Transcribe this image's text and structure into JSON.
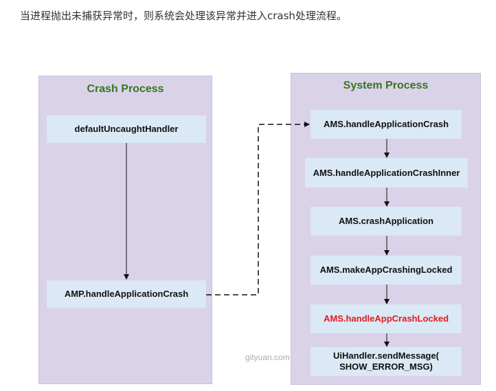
{
  "intro_text": "当进程抛出未捕获异常时，则系统会处理该异常并进入crash处理流程。",
  "crash_process": {
    "title": "Crash Process",
    "nodes": [
      "defaultUncaughtHandler",
      "AMP.handleApplicationCrash"
    ]
  },
  "system_process": {
    "title": "System Process",
    "nodes": [
      "AMS.handleApplicationCrash",
      "AMS.handleApplicationCrashInner",
      "AMS.crashApplication",
      "AMS.makeAppCrashingLocked",
      "AMS.handleAppCrashLocked",
      "UiHandler.sendMessage(\nSHOW_ERROR_MSG)"
    ],
    "highlighted_node": "AMS.handleAppCrashLocked"
  },
  "watermark": "gityuan.com",
  "colors": {
    "panel_bg": "#d9d2e9",
    "box_bg": "#dbe8f5",
    "title_green": "#38761d",
    "highlight_red": "#e21b1b"
  }
}
